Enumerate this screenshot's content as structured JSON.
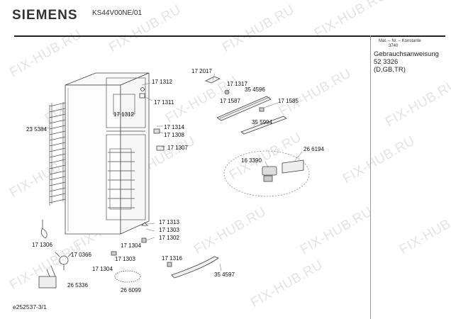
{
  "header": {
    "brand": "SIEMENS",
    "model": "KS44V00NE/01"
  },
  "side_panel": {
    "mat_label": "Mat. – Nr. – Konstante",
    "mat_value": "3740",
    "doc_title": "Gebrauchsanweisung",
    "doc_number": "52 3326",
    "doc_langs": "(D,GB,TR)"
  },
  "footer": {
    "page_id": "e252537-3/1"
  },
  "watermark": "FIX-HUB.RU",
  "labels": {
    "p171312a": "17 1312",
    "p172017": "17 2017",
    "p171317": "17 1317",
    "p171311": "17 1311",
    "p171312b": "17 1312",
    "p354596": "35 4596",
    "p171587": "17 1587",
    "p171585": "17 1585",
    "p235384": "23 5384",
    "p171314": "17 1314",
    "p171308": "17 1308",
    "p355994": "35 5994",
    "p171307": "17 1307",
    "p266194": "26 6194",
    "p163390": "16 3390",
    "p171313": "17 1313",
    "p171303a": "17 1303",
    "p171302": "17 1302",
    "p171306": "17 1306",
    "p170366": "17 0366",
    "p171304a": "17 1304",
    "p171303b": "17 1303",
    "p171316": "17 1316",
    "p171304b": "17 1304",
    "p354597": "35 4597",
    "p265336": "26 5336",
    "p266099": "26 6099"
  }
}
